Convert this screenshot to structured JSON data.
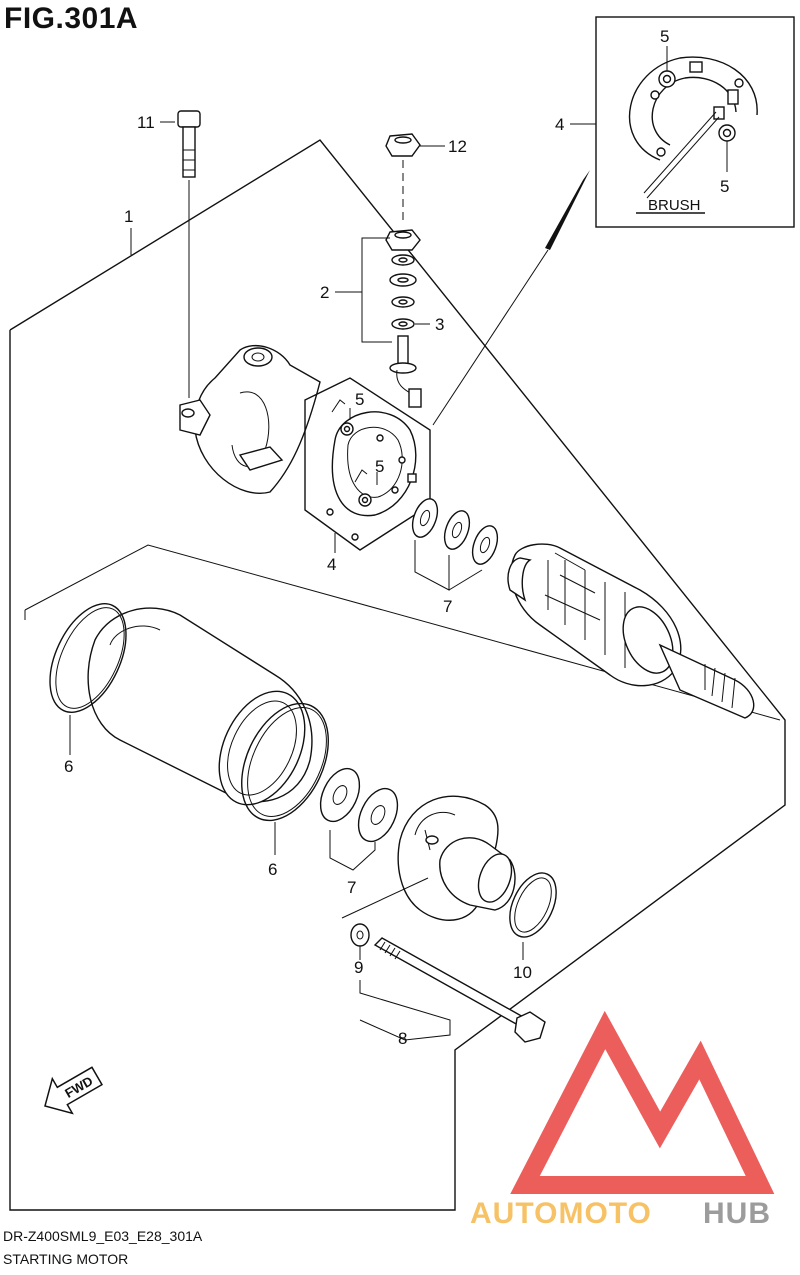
{
  "figure": {
    "title": "FIG.301A",
    "model_code": "DR-Z400SML9_E03_E28_301A",
    "assembly_name": "STARTING MOTOR",
    "brush_label": "BRUSH",
    "fwd_label": "FWD"
  },
  "callouts": [
    "1",
    "2",
    "3",
    "4",
    "4",
    "5",
    "5",
    "5",
    "5",
    "6",
    "6",
    "7",
    "7",
    "8",
    "9",
    "10",
    "11",
    "12"
  ],
  "watermark": {
    "part1": "AUTOMOTO",
    "part2": "HUB",
    "color_light": "#f6b84b",
    "color_red": "#e9423e",
    "color_gray": "#8b8b8b"
  }
}
